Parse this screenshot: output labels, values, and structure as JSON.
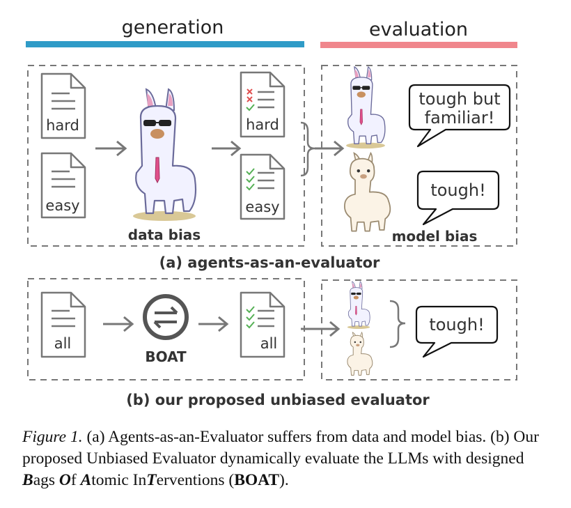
{
  "headers": {
    "generation": "generation",
    "evaluation": "evaluation"
  },
  "colors": {
    "generation_bar": "#2f9bc7",
    "evaluation_bar": "#f0868c",
    "dash": "#777777",
    "llama_body": "#f2f2ff",
    "alpaca_body": "#fbf3e6",
    "check": "#55b055",
    "cross": "#e05050"
  },
  "panel_a": {
    "docs_in": [
      "hard",
      "easy"
    ],
    "docs_out": [
      "hard",
      "easy"
    ],
    "data_bias_label": "data bias",
    "bubble_top": [
      "tough but",
      "familiar!"
    ],
    "bubble_bottom": "tough!",
    "model_bias_label": "model bias",
    "title": "(a) agents-as-an-evaluator"
  },
  "panel_b": {
    "doc_in": "all",
    "boat_label": "BOAT",
    "doc_out": "all",
    "bubble": "tough!",
    "title": "(b) our proposed unbiased evaluator"
  },
  "caption": {
    "figure_label": "Figure 1.",
    "text_1": " (a) Agents-as-an-Evaluator suffers from data and model bias. (b) Our proposed Unbiased Evaluator dynamically evaluate the LLMs with designed ",
    "b1": "B",
    "t1": "ags ",
    "o1": "O",
    "t2": "f ",
    "a1": "A",
    "t3": "tomic In",
    "tt": "T",
    "t4": "erventions (",
    "boat": "BOAT",
    "t5": ")."
  }
}
